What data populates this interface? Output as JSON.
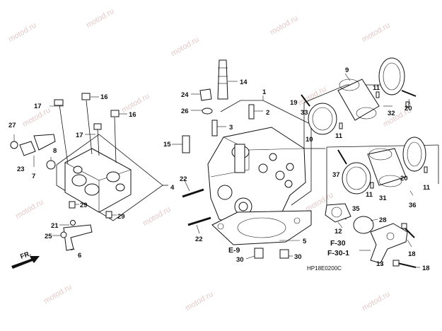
{
  "watermark": "motod.ru",
  "diagram_code": "HP18E0200C",
  "front_indicator": "FR.",
  "refs": [
    "E-9",
    "F-30",
    "F-30-1"
  ],
  "callouts": {
    "c1": "1",
    "c2": "2",
    "c3": "3",
    "c4": "4",
    "c5": "5",
    "c6": "6",
    "c7": "7",
    "c8": "8",
    "c9": "9",
    "c10": "10",
    "c11a": "11",
    "c11b": "11",
    "c11c": "11",
    "c11d": "11",
    "c12": "12",
    "c13": "13",
    "c14": "14",
    "c15": "15",
    "c16a": "16",
    "c16b": "16",
    "c17a": "17",
    "c17b": "17",
    "c18a": "18",
    "c18b": "18",
    "c19": "19",
    "c20a": "20",
    "c20b": "20",
    "c21": "21",
    "c22a": "22",
    "c22b": "22",
    "c23": "23",
    "c24": "24",
    "c25": "25",
    "c26": "26",
    "c27": "27",
    "c28": "28",
    "c29a": "29",
    "c29b": "29",
    "c30a": "30",
    "c30b": "30",
    "c31": "31",
    "c32": "32",
    "c33": "33",
    "c35": "35",
    "c36": "36",
    "c37": "37"
  }
}
